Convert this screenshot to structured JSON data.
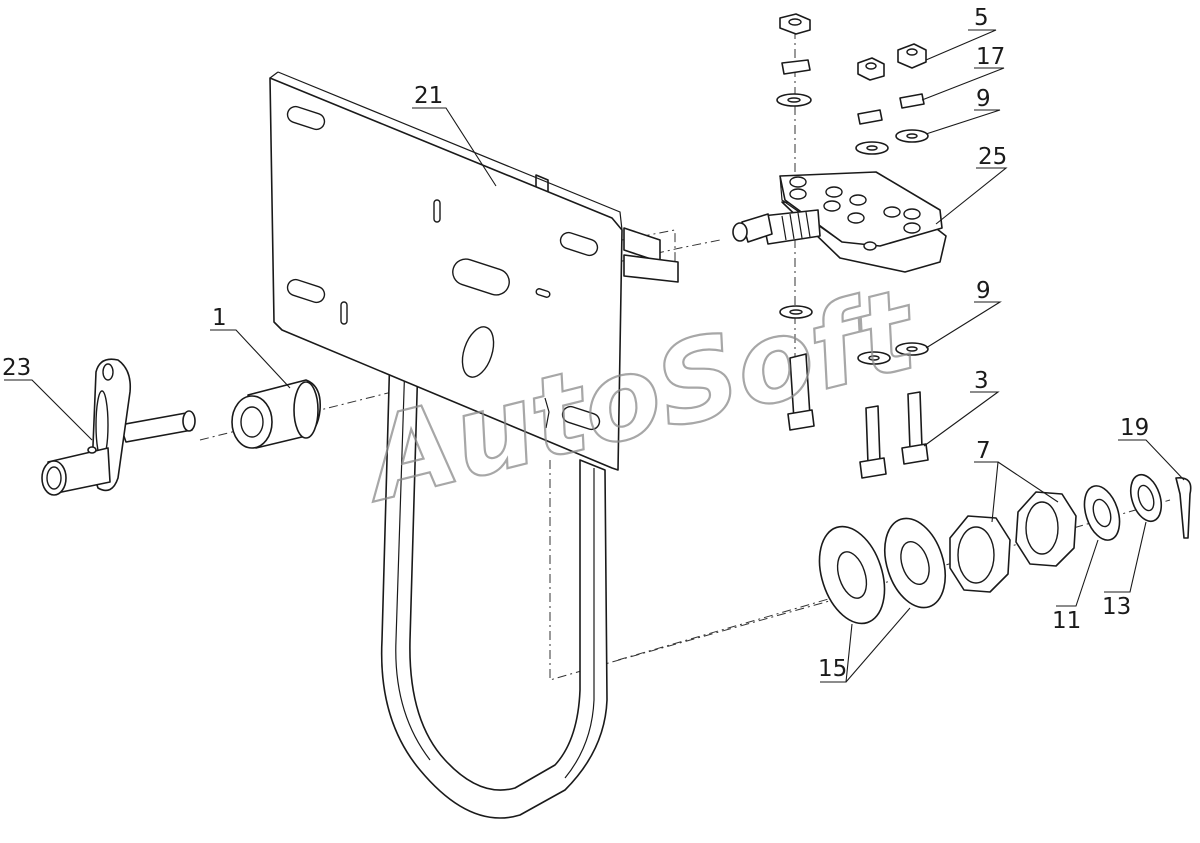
{
  "watermark": "AutoSoft",
  "callouts": {
    "c1": "1",
    "c3": "3",
    "c5": "5",
    "c7": "7",
    "c9a": "9",
    "c9b": "9",
    "c11": "11",
    "c13": "13",
    "c15": "15",
    "c17": "17",
    "c19": "19",
    "c21": "21",
    "c23": "23",
    "c25": "25"
  }
}
